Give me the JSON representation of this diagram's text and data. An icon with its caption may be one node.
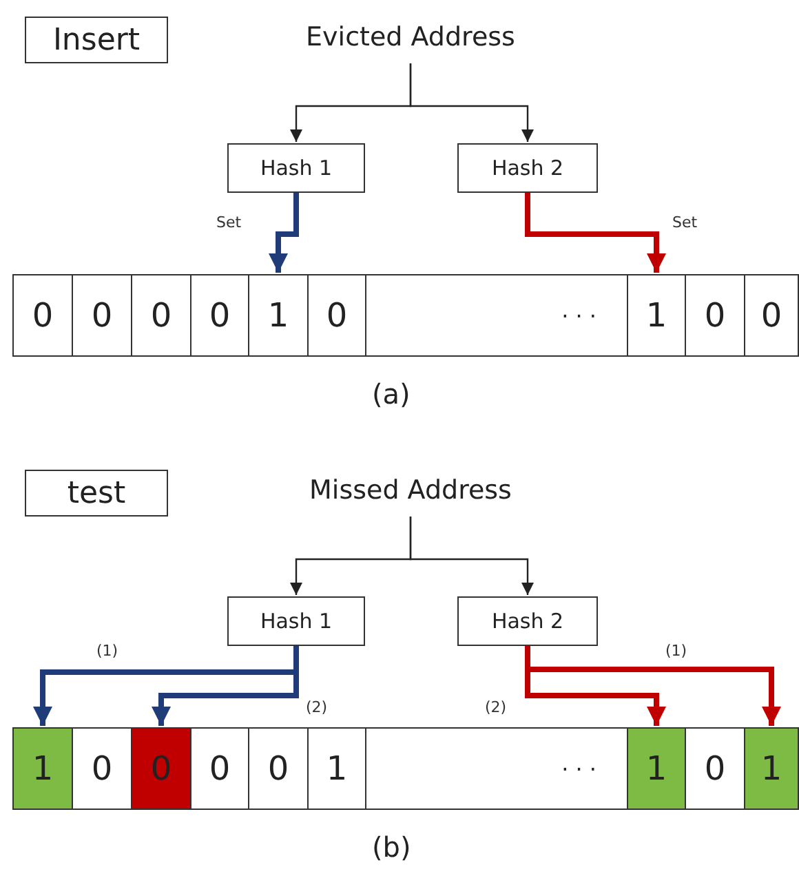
{
  "diagram": {
    "nodes": [
      {
        "text": [
          "Insert"
        ]
      },
      {
        "text": [
          "Evicted Address"
        ]
      },
      {
        "text": [
          "Hash 1"
        ]
      },
      {
        "text": [
          "Hash 2"
        ]
      },
      {
        "text": [
          "0"
        ]
      },
      {
        "text": [
          "0"
        ]
      },
      {
        "text": [
          "0"
        ]
      },
      {
        "text": [
          "0"
        ]
      },
      {
        "text": [
          "1"
        ]
      },
      {
        "text": [
          "0"
        ]
      },
      {
        "text": [
          "· · ·"
        ]
      },
      {
        "text": [
          "1"
        ]
      },
      {
        "text": [
          "0"
        ]
      },
      {
        "text": [
          "0"
        ]
      },
      {
        "text": [
          "test"
        ]
      },
      {
        "text": [
          "Missed Address"
        ]
      },
      {
        "text": [
          "Hash 1"
        ]
      },
      {
        "text": [
          "Hash 2"
        ]
      },
      {
        "text": [
          "1"
        ]
      },
      {
        "text": [
          "0"
        ]
      },
      {
        "text": [
          "0"
        ]
      },
      {
        "text": [
          "0"
        ]
      },
      {
        "text": [
          "0"
        ]
      },
      {
        "text": [
          "1"
        ]
      },
      {
        "text": [
          "· · ·"
        ]
      },
      {
        "text": [
          "1"
        ]
      },
      {
        "text": [
          "0"
        ]
      },
      {
        "text": [
          "1"
        ]
      }
    ],
    "edges": [
      {
        "from": 1,
        "to": 2,
        "arrow": "to"
      },
      {
        "from": 1,
        "to": 3,
        "arrow": "to"
      },
      {
        "from": 2,
        "to": 8,
        "arrow": "to",
        "label": "Set",
        "color": "#1f3c78"
      },
      {
        "from": 3,
        "to": 11,
        "arrow": "to",
        "label": "Set",
        "color": "#c00000"
      },
      {
        "from": 15,
        "to": 16,
        "arrow": "to"
      },
      {
        "from": 15,
        "to": 17,
        "arrow": "to"
      },
      {
        "from": 16,
        "to": 18,
        "arrow": "to",
        "label": "(1)",
        "color": "#1f3c78"
      },
      {
        "from": 16,
        "to": 20,
        "arrow": "to",
        "label": "(2)",
        "color": "#1f3c78"
      },
      {
        "from": 17,
        "to": 25,
        "arrow": "to",
        "label": "(2)",
        "color": "#c00000"
      },
      {
        "from": 17,
        "to": 27,
        "arrow": "to",
        "label": "(1)",
        "color": "#c00000"
      }
    ],
    "labels": [
      "(a)",
      "(b)"
    ]
  }
}
